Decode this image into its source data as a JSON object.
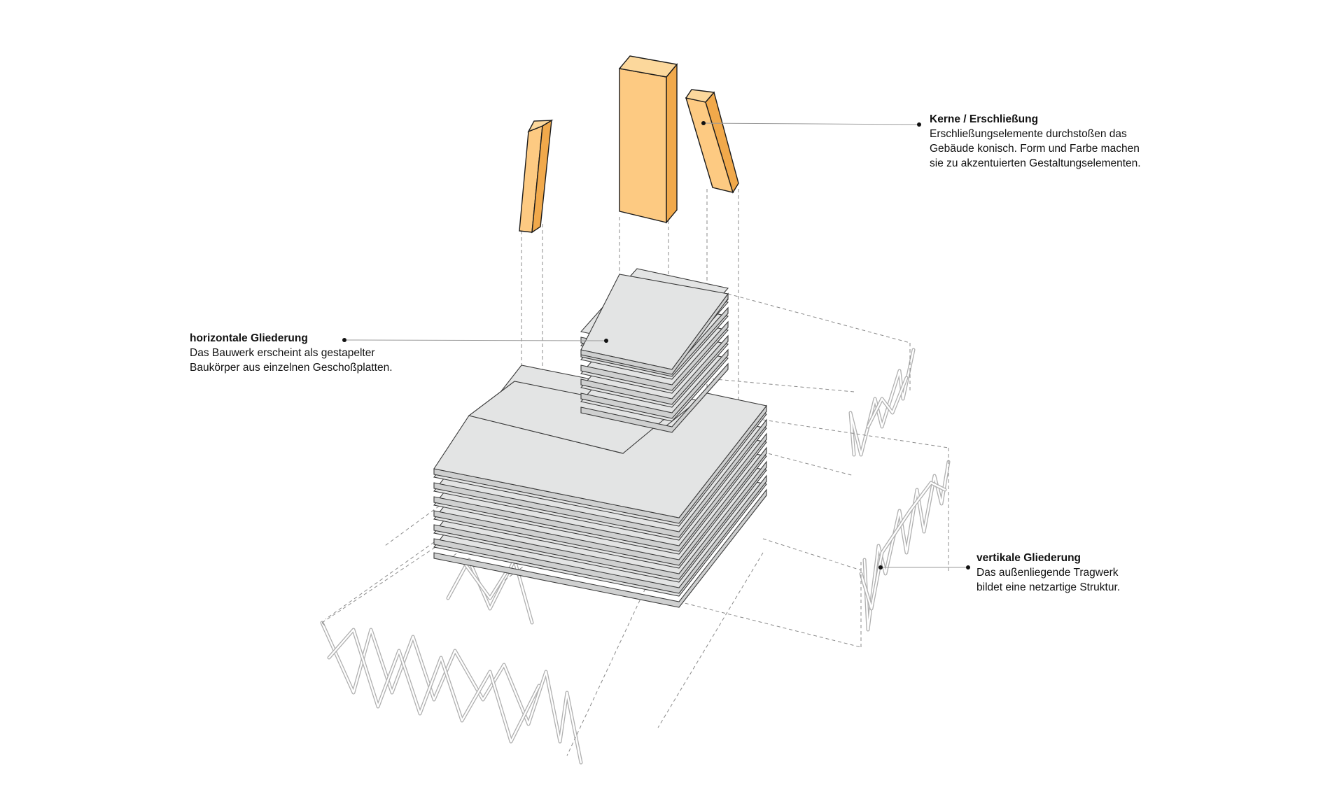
{
  "annotations": {
    "kerne": {
      "title": "Kerne / Erschließung",
      "lines": [
        "Erschließungselemente durchstoßen das",
        "Gebäude konisch. Form und Farbe machen",
        "sie zu akzentuierten Gestaltungselementen."
      ]
    },
    "horizontal": {
      "title": "horizontale Gliederung",
      "lines": [
        "Das Bauwerk erscheint als gestapelter",
        "Baukörper aus einzelnen Geschoßplatten."
      ]
    },
    "vertical": {
      "title": "vertikale Gliederung",
      "lines": [
        "Das außenliegende Tragwerk",
        "bildet eine netzartige Struktur."
      ]
    }
  },
  "colors": {
    "core": "#fdca82",
    "core_side": "#f1a94b",
    "slab": "#e3e4e4",
    "line": "#3a3a3a",
    "dash": "#8a8a8a"
  }
}
